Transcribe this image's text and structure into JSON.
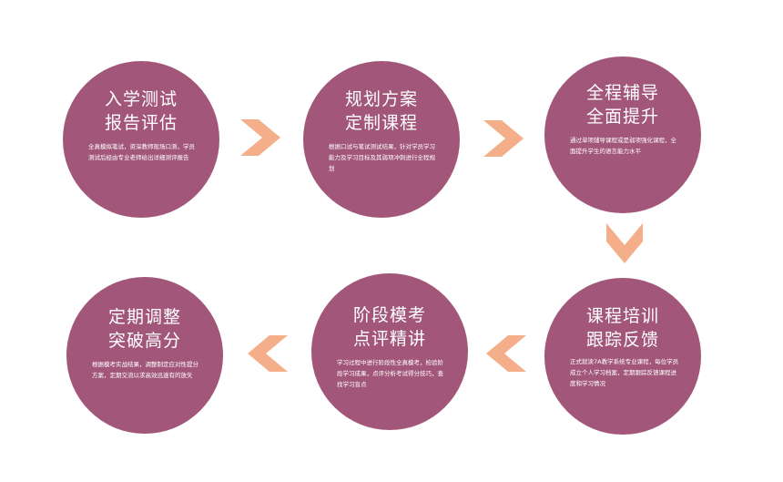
{
  "steps": [
    {
      "title_line1": "入学测试",
      "title_line2": "报告评估",
      "desc": "全真模拟笔试，资深教师现场口测，学员测试后经由专业老师给出详细测评报告"
    },
    {
      "title_line1": "规划方案",
      "title_line2": "定制课程",
      "desc": "根据口试与笔试测试结果，针对学员学习能力及学习目标及其弱项冲刺进行全程规划"
    },
    {
      "title_line1": "全程辅导",
      "title_line2": "全面提升",
      "desc": "通过单项辅导课程或是弱项强化课程，全面提升学生的语言能力水平"
    },
    {
      "title_line1": "课程培训",
      "title_line2": "跟踪反馈",
      "desc": "正式就读7A教学系统专业课程，每位学员成立个人学习档案，定期跟踪反馈课程进度和学习情况"
    },
    {
      "title_line1": "阶段模考",
      "title_line2": "点评精讲",
      "desc": "学习过程中进行阶段性全真模考，检验阶段学习成果，点评分析考试得分技巧，查找学习盲点"
    },
    {
      "title_line1": "定期调整",
      "title_line2": "突破高分",
      "desc": "根据模考实战结果，调整制定应对性提分方案，定期交流以求高效迅速有的放矢"
    }
  ],
  "colors": {
    "circle": "#a2577a",
    "arrow": "#f5ae8a",
    "text": "#ffffff"
  }
}
